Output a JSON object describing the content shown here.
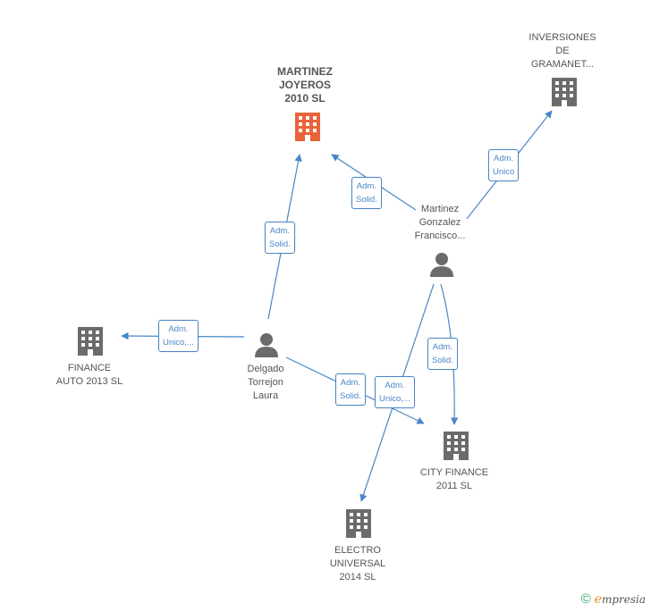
{
  "colors": {
    "edge": "#4a86c8",
    "building": "#6b6b6b",
    "building_main": "#e8633a",
    "person": "#6b6b6b"
  },
  "nodes": {
    "martinez_joyeros": {
      "lines": [
        "MARTINEZ",
        "JOYEROS",
        "2010 SL"
      ],
      "icon": "building-icon"
    },
    "inversiones": {
      "lines": [
        "INVERSIONES",
        "DE",
        "GRAMANET..."
      ],
      "icon": "building-icon"
    },
    "martinez_gonzalez": {
      "lines": [
        "Martinez",
        "Gonzalez",
        "Francisco..."
      ],
      "icon": "person-icon"
    },
    "finance_auto": {
      "lines": [
        "FINANCE",
        "AUTO 2013  SL"
      ],
      "icon": "building-icon"
    },
    "delgado": {
      "lines": [
        "Delgado",
        "Torrejon",
        "Laura"
      ],
      "icon": "person-icon"
    },
    "city_finance": {
      "lines": [
        "CITY FINANCE",
        "2011 SL"
      ],
      "icon": "building-icon"
    },
    "electro": {
      "lines": [
        "ELECTRO",
        "UNIVERSAL",
        "2014  SL"
      ],
      "icon": "building-icon"
    }
  },
  "edges": {
    "e1": [
      "Adm.",
      "Unico"
    ],
    "e2": [
      "Adm.",
      "Solid."
    ],
    "e3": [
      "Adm.",
      "Solid."
    ],
    "e4": [
      "Adm.",
      "Unico,..."
    ],
    "e5": [
      "Adm.",
      "Solid."
    ],
    "e6": [
      "Adm.",
      "Solid."
    ],
    "e7": [
      "Adm.",
      "Unico,..."
    ]
  },
  "footer": {
    "copyright": "©",
    "brand_initial": "e",
    "brand_rest": "mpresia"
  }
}
